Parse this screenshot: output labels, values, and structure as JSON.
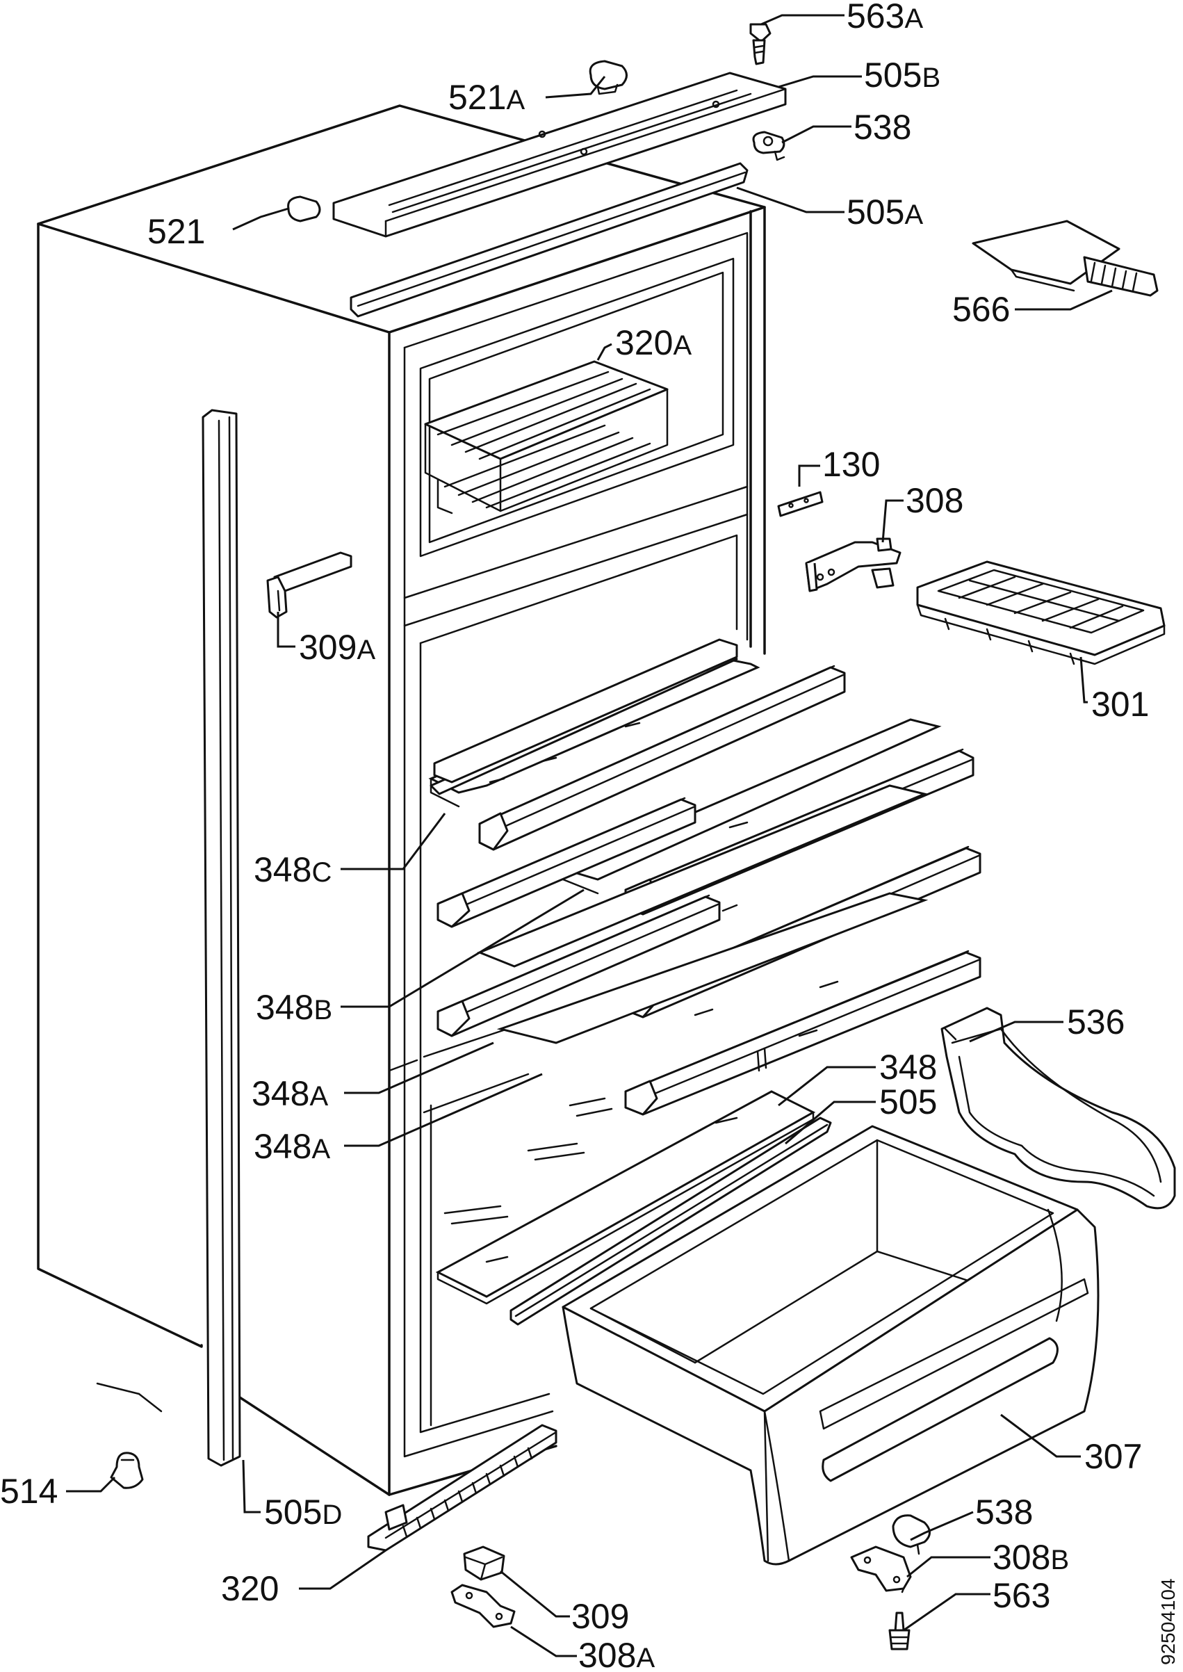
{
  "drawing_number": "92504104",
  "callouts": [
    {
      "id": "563A",
      "num": "563",
      "suffix": "A"
    },
    {
      "id": "505B",
      "num": "505",
      "suffix": "B"
    },
    {
      "id": "521A",
      "num": "521",
      "suffix": "A"
    },
    {
      "id": "538-top",
      "num": "538",
      "suffix": ""
    },
    {
      "id": "521",
      "num": "521",
      "suffix": ""
    },
    {
      "id": "505A",
      "num": "505",
      "suffix": "A"
    },
    {
      "id": "566",
      "num": "566",
      "suffix": ""
    },
    {
      "id": "320A",
      "num": "320",
      "suffix": "A"
    },
    {
      "id": "130",
      "num": "130",
      "suffix": ""
    },
    {
      "id": "308",
      "num": "308",
      "suffix": ""
    },
    {
      "id": "309A",
      "num": "309",
      "suffix": "A"
    },
    {
      "id": "301",
      "num": "301",
      "suffix": ""
    },
    {
      "id": "348C",
      "num": "348",
      "suffix": "C"
    },
    {
      "id": "348B",
      "num": "348",
      "suffix": "B"
    },
    {
      "id": "536",
      "num": "536",
      "suffix": ""
    },
    {
      "id": "348",
      "num": "348",
      "suffix": ""
    },
    {
      "id": "348A-1",
      "num": "348",
      "suffix": "A"
    },
    {
      "id": "505",
      "num": "505",
      "suffix": ""
    },
    {
      "id": "348A-2",
      "num": "348",
      "suffix": "A"
    },
    {
      "id": "307",
      "num": "307",
      "suffix": ""
    },
    {
      "id": "514",
      "num": "514",
      "suffix": ""
    },
    {
      "id": "505D",
      "num": "505",
      "suffix": "D"
    },
    {
      "id": "538-bottom",
      "num": "538",
      "suffix": ""
    },
    {
      "id": "308B",
      "num": "308",
      "suffix": "B"
    },
    {
      "id": "320",
      "num": "320",
      "suffix": ""
    },
    {
      "id": "563",
      "num": "563",
      "suffix": ""
    },
    {
      "id": "309",
      "num": "309",
      "suffix": ""
    },
    {
      "id": "308A",
      "num": "308",
      "suffix": "A"
    }
  ]
}
